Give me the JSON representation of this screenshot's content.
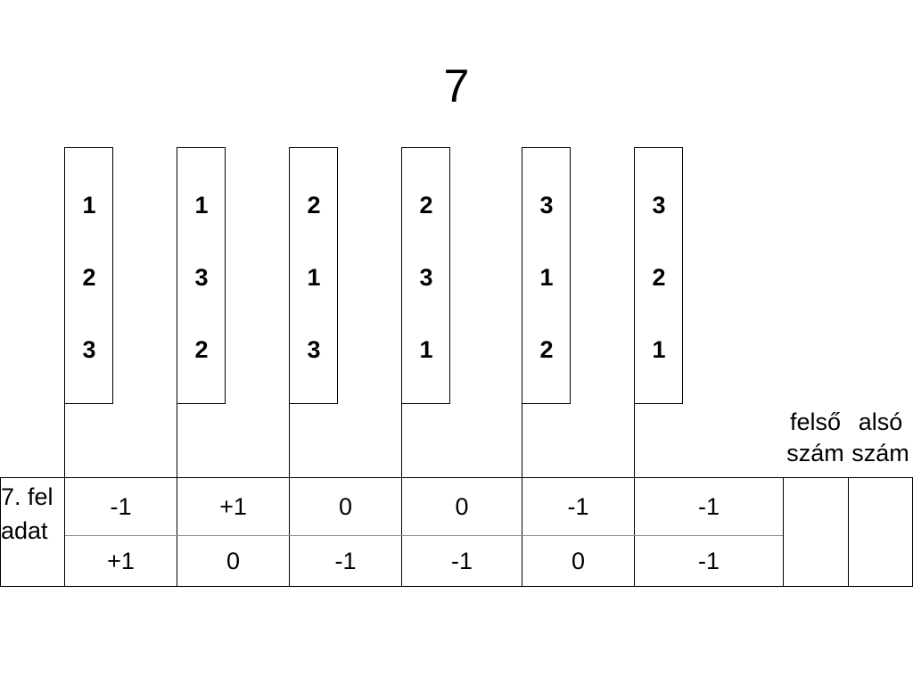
{
  "title": "7",
  "cards": [
    [
      "1",
      "2",
      "3"
    ],
    [
      "1",
      "3",
      "2"
    ],
    [
      "2",
      "1",
      "3"
    ],
    [
      "2",
      "3",
      "1"
    ],
    [
      "3",
      "1",
      "2"
    ],
    [
      "3",
      "2",
      "1"
    ]
  ],
  "table": {
    "row_label": "7. feladat",
    "headers": {
      "upper": "felső szám",
      "lower": "alsó szám"
    },
    "row1": [
      "-1",
      "+1",
      "0",
      "0",
      "-1",
      "-1"
    ],
    "row2": [
      "+1",
      "0",
      "-1",
      "-1",
      "0",
      "-1"
    ]
  }
}
